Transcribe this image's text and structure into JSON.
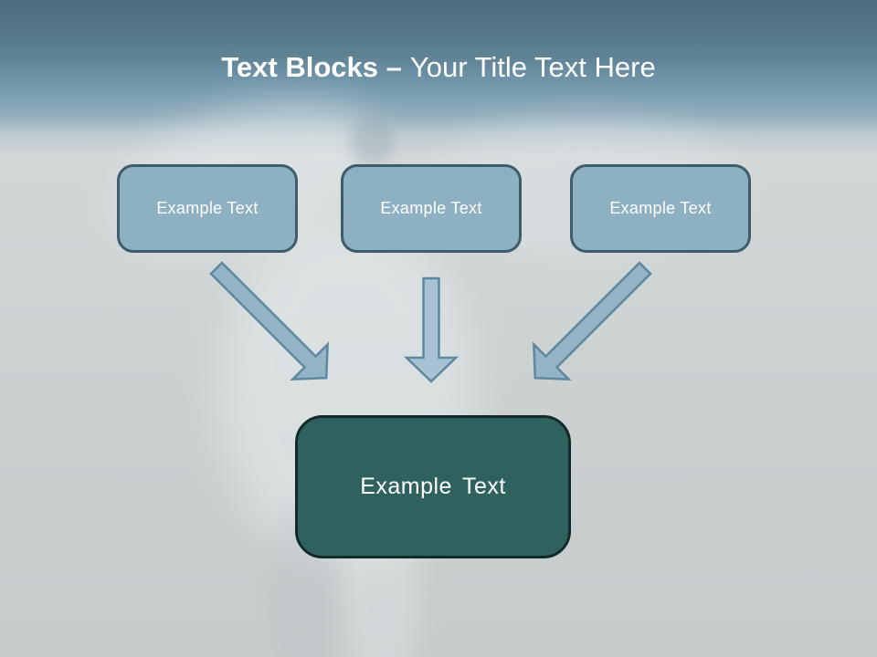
{
  "slide": {
    "title": {
      "bold": "Text Blocks –",
      "rest": "Your Title Text Here"
    },
    "top_boxes": [
      {
        "label": "Example Text"
      },
      {
        "label": "Example Text"
      },
      {
        "label": "Example Text"
      }
    ],
    "center_box": {
      "label": "Example Text"
    },
    "colors": {
      "header_top": "#4c6c7f",
      "header_bottom": "#7da1b3",
      "background": "#cbd0d1",
      "top_box_fill": "#8db0c3",
      "top_box_border": "#3e5c6a",
      "center_box_fill": "#2f625f",
      "center_box_border": "#122a29",
      "arrow_fill_diagonal": "#93b3c6",
      "arrow_fill_middle": "#a7c2d2",
      "arrow_stroke": "#5e87a0",
      "text": "#ffffff"
    }
  }
}
